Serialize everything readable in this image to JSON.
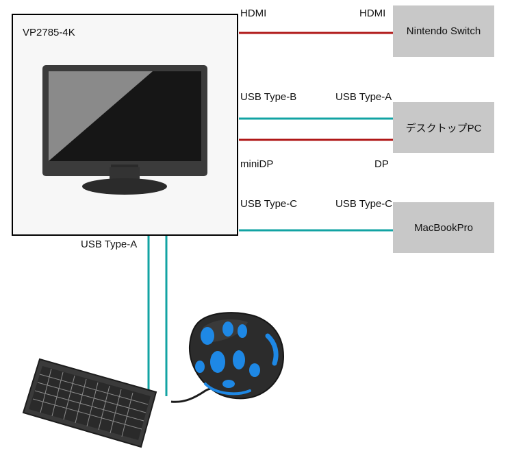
{
  "monitor": {
    "name": "VP2785-4K"
  },
  "devices": {
    "switch": "Nintendo Switch",
    "desktop": "デスクトップPC",
    "macbook": "MacBookPro"
  },
  "connections": {
    "hdmi_left": "HDMI",
    "hdmi_right": "HDMI",
    "usb_b": "USB Type-B",
    "usb_a_desktop": "USB Type-A",
    "minidp": "miniDP",
    "dp": "DP",
    "usb_c_left": "USB Type-C",
    "usb_c_right": "USB Type-C",
    "usb_a_bottom": "USB Type-A"
  },
  "colors": {
    "hdmi_dp_cable": "#b01818",
    "usb_cable": "#12a3a3",
    "device_box": "#c8c8c8"
  }
}
